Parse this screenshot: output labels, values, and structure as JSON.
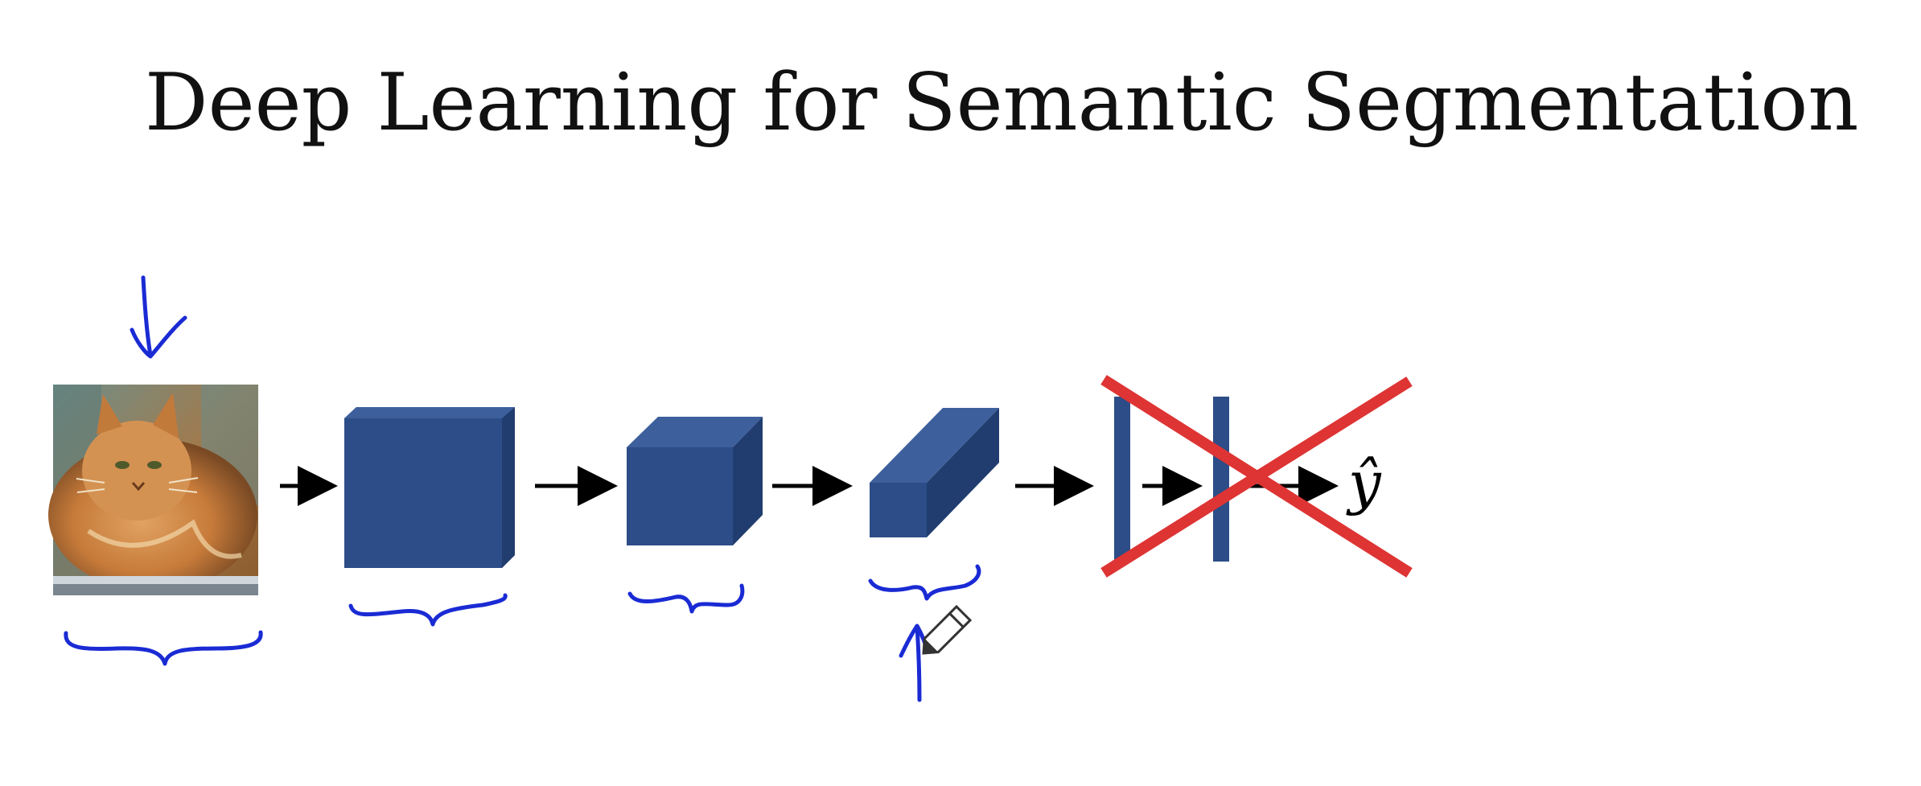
{
  "slide": {
    "title": "Deep Learning for Semantic Segmentation"
  },
  "diagram": {
    "input_image": "cat photo",
    "output_label": "ŷ",
    "colors": {
      "block_front": "#2c4d87",
      "block_top": "#3d609d",
      "block_side": "#213d6f",
      "arrow": "#000000",
      "annotation_ink": "#1a2bd4",
      "cross_out": "#de3434"
    },
    "annotations": [
      "input-down-arrow",
      "braces-under-each-volume",
      "pointer-up-arrow",
      "cross-out-fully-connected-layers"
    ]
  }
}
